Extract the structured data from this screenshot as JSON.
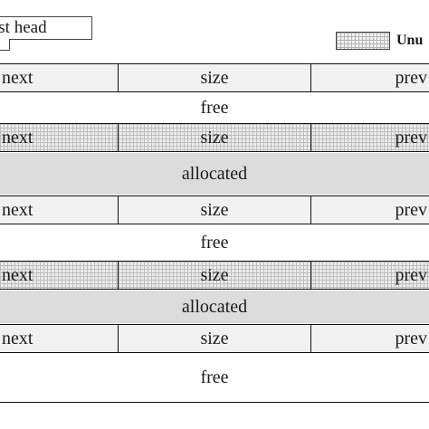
{
  "header": {
    "free_list_head_label": "ist head",
    "legend_label": "Unu"
  },
  "blocks": [
    {
      "header_style": "light",
      "next": "next",
      "size": "size",
      "prev": "prev",
      "body_kind": "free",
      "body_label": "free"
    },
    {
      "header_style": "grid",
      "next": "next",
      "size": "size",
      "prev": "prev",
      "body_kind": "allocated",
      "body_label": "allocated"
    },
    {
      "header_style": "light",
      "next": "next",
      "size": "size",
      "prev": "prev",
      "body_kind": "free",
      "body_label": "free"
    },
    {
      "header_style": "grid",
      "next": "next",
      "size": "size",
      "prev": "prev",
      "body_kind": "allocated",
      "body_label": "allocated"
    },
    {
      "header_style": "light",
      "next": "next",
      "size": "size",
      "prev": "prev",
      "body_kind": "free",
      "body_label": "free"
    }
  ],
  "colors": {
    "border": "#111111",
    "header_fill": "#f1f1f1",
    "allocated_fill": "#dcdcdc",
    "grid_line": "#bdbdbd"
  }
}
